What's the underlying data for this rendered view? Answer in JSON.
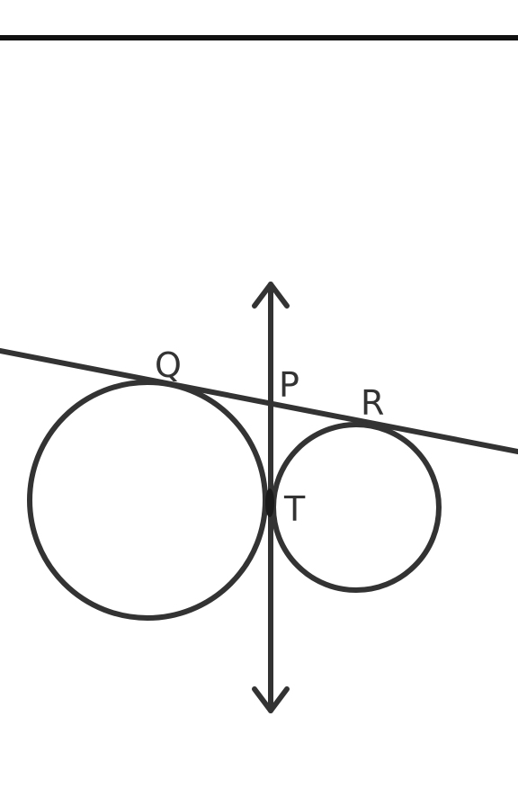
{
  "diagram": {
    "labels": {
      "q": "Q",
      "p": "P",
      "r": "R",
      "t": "T"
    },
    "colors": {
      "ink": "#333333",
      "background": "#ffffff"
    }
  }
}
